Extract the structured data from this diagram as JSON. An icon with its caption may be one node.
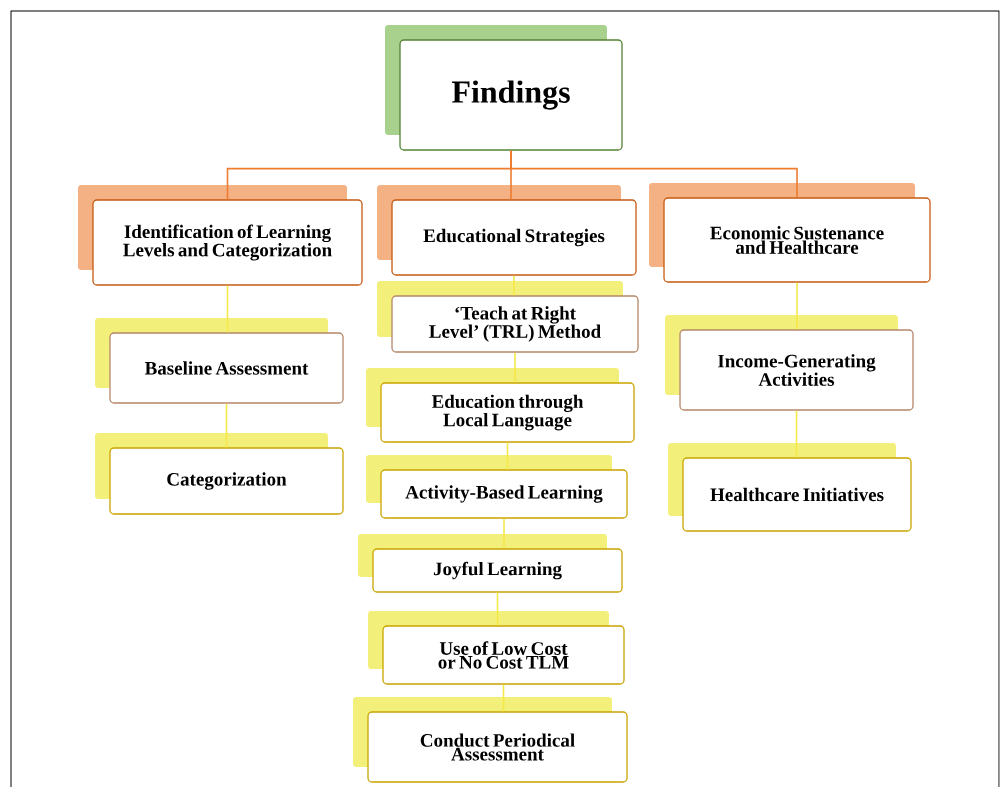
{
  "diagram": {
    "nodes": [
      {
        "text": [
          "Findings"
        ]
      },
      {
        "text": [
          "Identification of Learning Levels and Categorization"
        ]
      },
      {
        "text": [
          "Educational Strategies"
        ]
      },
      {
        "text": [
          "Economic Sustenance and Healthcare"
        ]
      },
      {
        "text": [
          "Baseline Assessment"
        ]
      },
      {
        "text": [
          "Categorization"
        ]
      },
      {
        "text": [
          "‘Teach at Right Level’ (TRL) Method"
        ]
      },
      {
        "text": [
          "Education through Local Language"
        ]
      },
      {
        "text": [
          "Activity-Based Learning"
        ]
      },
      {
        "text": [
          "Joyful Learning"
        ]
      },
      {
        "text": [
          "Use of Low Cost or No Cost TLM"
        ]
      },
      {
        "text": [
          "Conduct Periodical Assessment"
        ]
      },
      {
        "text": [
          "Income-Generating Activities"
        ]
      },
      {
        "text": [
          "Healthcare Initiatives"
        ]
      }
    ],
    "edges": [
      {
        "from": 0,
        "to": 1,
        "arrow": "none",
        "color": "#ed7d31"
      },
      {
        "from": 0,
        "to": 2,
        "arrow": "none",
        "color": "#ed7d31"
      },
      {
        "from": 0,
        "to": 3,
        "arrow": "none",
        "color": "#ed7d31"
      },
      {
        "from": 1,
        "to": 4,
        "arrow": "none"
      },
      {
        "from": 4,
        "to": 5,
        "arrow": "none"
      },
      {
        "from": 2,
        "to": 6,
        "arrow": "none"
      },
      {
        "from": 6,
        "to": 7,
        "arrow": "none"
      },
      {
        "from": 7,
        "to": 8,
        "arrow": "none"
      },
      {
        "from": 8,
        "to": 9,
        "arrow": "none"
      },
      {
        "from": 9,
        "to": 10,
        "arrow": "none"
      },
      {
        "from": 10,
        "to": 11,
        "arrow": "none"
      },
      {
        "from": 3,
        "to": 12,
        "arrow": "none"
      },
      {
        "from": 12,
        "to": 13,
        "arrow": "none"
      }
    ]
  }
}
